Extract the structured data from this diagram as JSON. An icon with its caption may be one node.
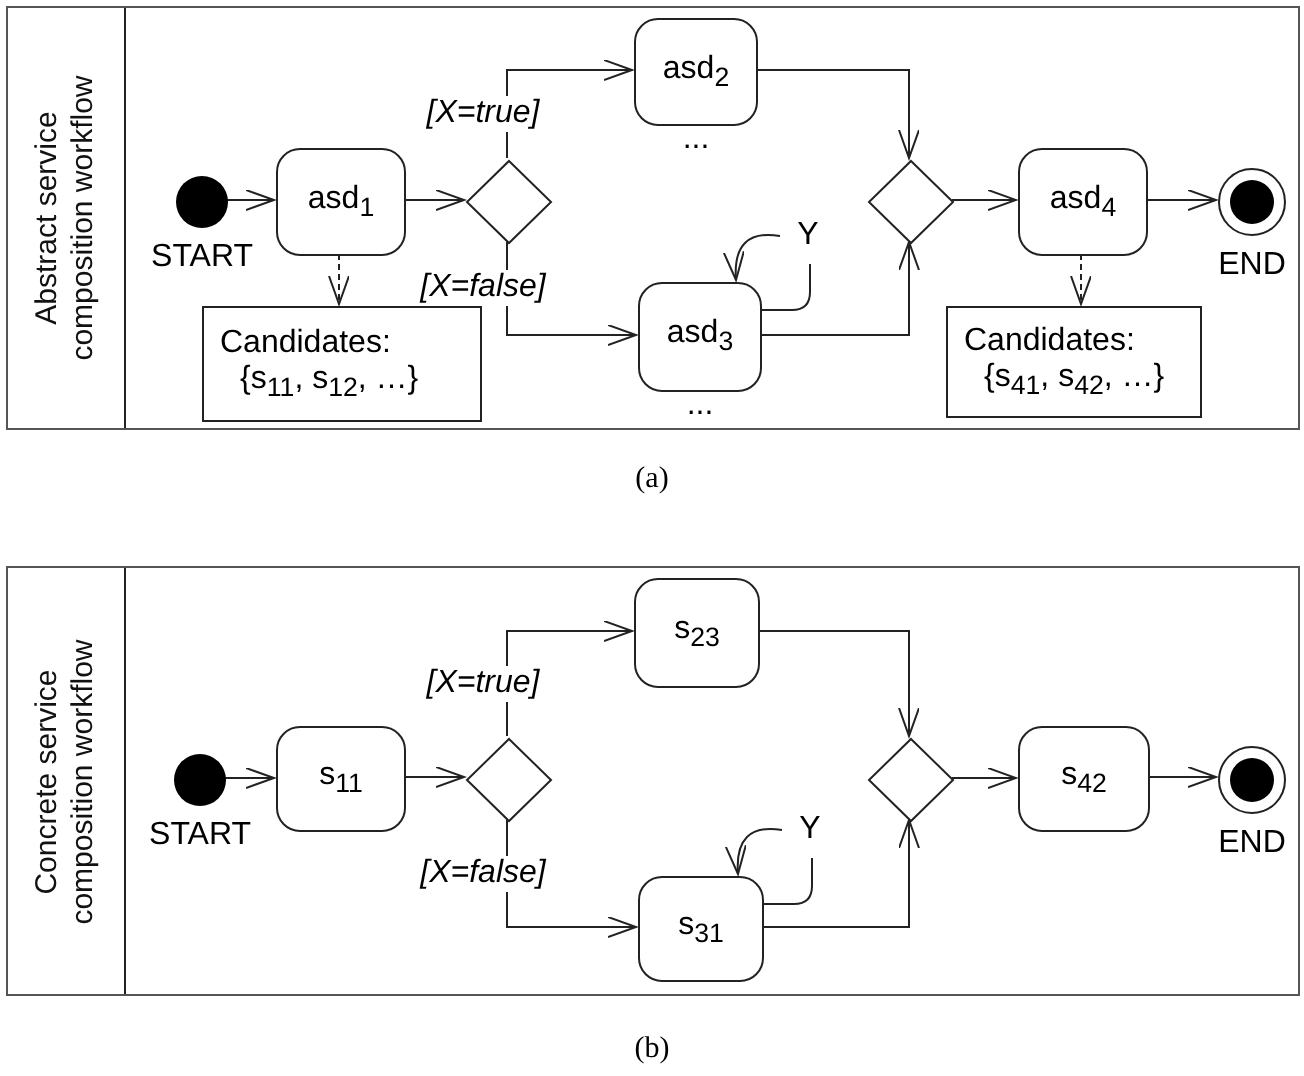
{
  "diagram": {
    "nodes": [
      {
        "text": [
          "Abstract service composition workflow"
        ]
      },
      {
        "text": [],
        "shape": "circle",
        "in": 0,
        "beside": [
          "START"
        ]
      },
      {
        "text": [
          "asd$_{1}$"
        ],
        "in": 0
      },
      {
        "text": [],
        "shape": "diamond",
        "in": 0
      },
      {
        "text": [
          "asd$_{2}$"
        ],
        "in": 0,
        "beside": [
          "..."
        ]
      },
      {
        "text": [
          "asd$_{3}$"
        ],
        "in": 0,
        "beside": [
          "..."
        ]
      },
      {
        "text": [],
        "shape": "diamond",
        "in": 0
      },
      {
        "text": [
          "asd$_{4}$"
        ],
        "in": 0
      },
      {
        "text": [],
        "shape": "circle",
        "in": 0,
        "beside": [
          "END"
        ]
      },
      {
        "text": [
          "Candidates:",
          "{s$_{11}$, s$_{12}$, …}"
        ],
        "in": 0
      },
      {
        "text": [
          "Candidates:",
          "{s$_{41}$, s$_{42}$, …}"
        ],
        "in": 0
      },
      {
        "text": [
          "Concrete service composition workflow"
        ]
      },
      {
        "text": [],
        "shape": "circle",
        "in": 11,
        "beside": [
          "START"
        ]
      },
      {
        "text": [
          "s$_{11}$"
        ],
        "in": 11
      },
      {
        "text": [],
        "shape": "diamond",
        "in": 11
      },
      {
        "text": [
          "s$_{23}$"
        ],
        "in": 11
      },
      {
        "text": [
          "s$_{31}$"
        ],
        "in": 11
      },
      {
        "text": [],
        "shape": "diamond",
        "in": 11
      },
      {
        "text": [
          "s$_{42}$"
        ],
        "in": 11
      },
      {
        "text": [],
        "shape": "circle",
        "in": 11,
        "beside": [
          "END"
        ]
      }
    ],
    "edges": [
      {
        "from": 1,
        "to": 2,
        "arrow": "to"
      },
      {
        "from": 2,
        "to": 3,
        "arrow": "to"
      },
      {
        "from": 3,
        "to": 4,
        "arrow": "to",
        "label": "[X=true]"
      },
      {
        "from": 3,
        "to": 5,
        "arrow": "to",
        "label": "[X=false]"
      },
      {
        "from": 5,
        "to": 5,
        "arrow": "to",
        "label": "Y"
      },
      {
        "from": 4,
        "to": 6,
        "arrow": "to"
      },
      {
        "from": 5,
        "to": 6,
        "arrow": "to"
      },
      {
        "from": 6,
        "to": 7,
        "arrow": "to"
      },
      {
        "from": 7,
        "to": 8,
        "arrow": "to"
      },
      {
        "from": 2,
        "to": 9,
        "arrow": "to",
        "style": "dashed"
      },
      {
        "from": 7,
        "to": 10,
        "arrow": "to",
        "style": "dashed"
      },
      {
        "from": 12,
        "to": 13,
        "arrow": "to"
      },
      {
        "from": 13,
        "to": 14,
        "arrow": "to"
      },
      {
        "from": 14,
        "to": 15,
        "arrow": "to",
        "label": "[X=true]"
      },
      {
        "from": 14,
        "to": 16,
        "arrow": "to",
        "label": "[X=false]"
      },
      {
        "from": 16,
        "to": 16,
        "arrow": "to",
        "label": "Y"
      },
      {
        "from": 15,
        "to": 17,
        "arrow": "to"
      },
      {
        "from": 16,
        "to": 17,
        "arrow": "to"
      },
      {
        "from": 17,
        "to": 18,
        "arrow": "to"
      },
      {
        "from": 18,
        "to": 19,
        "arrow": "to"
      }
    ],
    "labels": [
      "(a)",
      "(b)"
    ]
  }
}
